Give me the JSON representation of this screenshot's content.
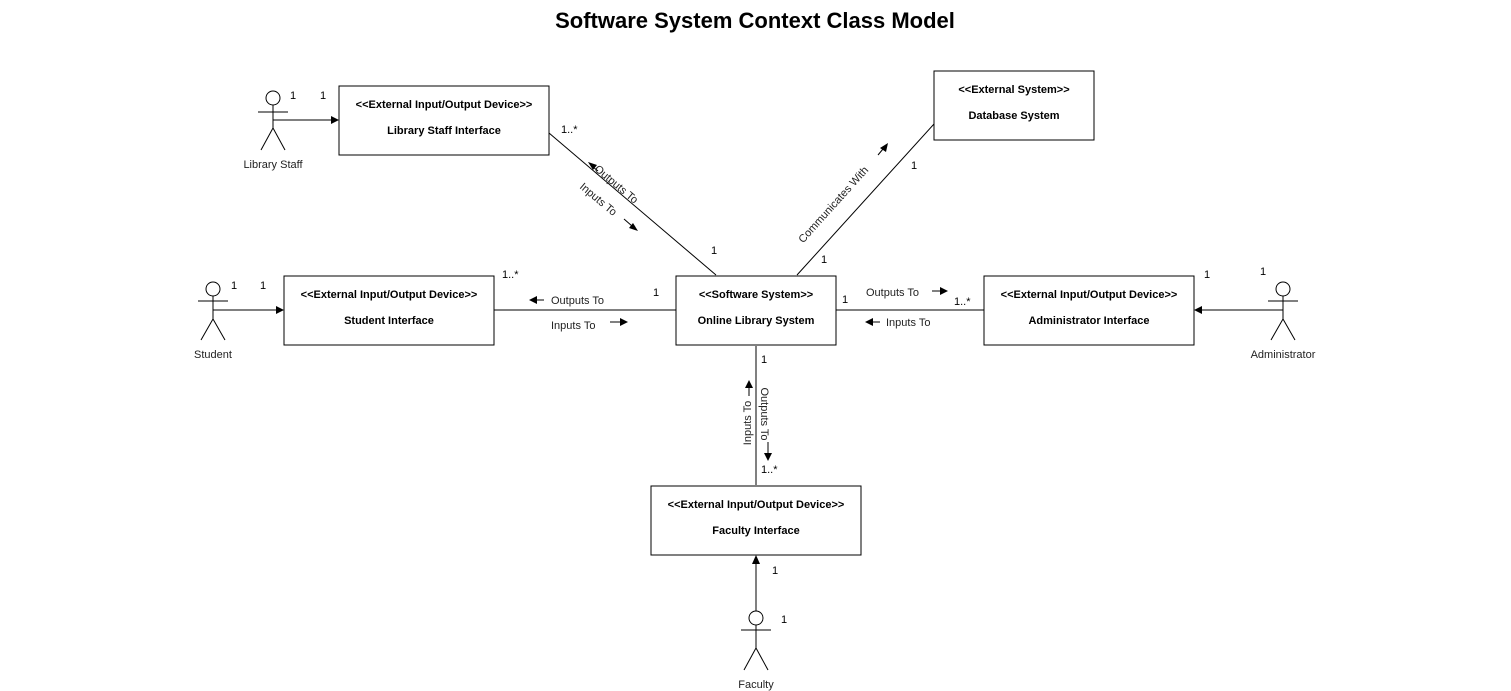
{
  "title": "Software System Context Class Model",
  "boxes": {
    "library_staff_interface": {
      "stereotype": "<<External Input/Output Device>>",
      "name": "Library Staff Interface"
    },
    "database_system": {
      "stereotype": "<<External System>>",
      "name": "Database System"
    },
    "student_interface": {
      "stereotype": "<<External Input/Output Device>>",
      "name": "Student Interface"
    },
    "online_library_system": {
      "stereotype": "<<Software System>>",
      "name": "Online Library System"
    },
    "administrator_interface": {
      "stereotype": "<<External Input/Output Device>>",
      "name": "Administrator Interface"
    },
    "faculty_interface": {
      "stereotype": "<<External Input/Output Device>>",
      "name": "Faculty Interface"
    }
  },
  "actors": {
    "library_staff": "Library Staff",
    "student": "Student",
    "administrator": "Administrator",
    "faculty": "Faculty"
  },
  "associations": {
    "staff_outputs": "Outputs To",
    "staff_inputs": "Inputs To",
    "db_link": "Communicates With",
    "student_outputs": "Outputs To",
    "student_inputs": "Inputs To",
    "admin_outputs": "Outputs To",
    "admin_inputs": "Inputs To",
    "faculty_inputs": "Inputs To",
    "faculty_outputs": "Outputs To"
  },
  "multiplicities": {
    "staff_actor": "1",
    "staff_box_actor_end": "1",
    "staff_box_system_end": "1..*",
    "system_staff_end": "1",
    "db_end": "1",
    "system_db_end": "1",
    "student_actor": "1",
    "student_box_actor_end": "1",
    "student_box_system_end": "1..*",
    "system_student_end": "1",
    "system_admin_end": "1",
    "admin_box_system_end": "1..*",
    "admin_box_actor_end": "1",
    "admin_actor": "1",
    "system_faculty_end": "1",
    "faculty_box_system_end": "1..*",
    "faculty_box_actor_end": "1",
    "faculty_actor": "1"
  }
}
